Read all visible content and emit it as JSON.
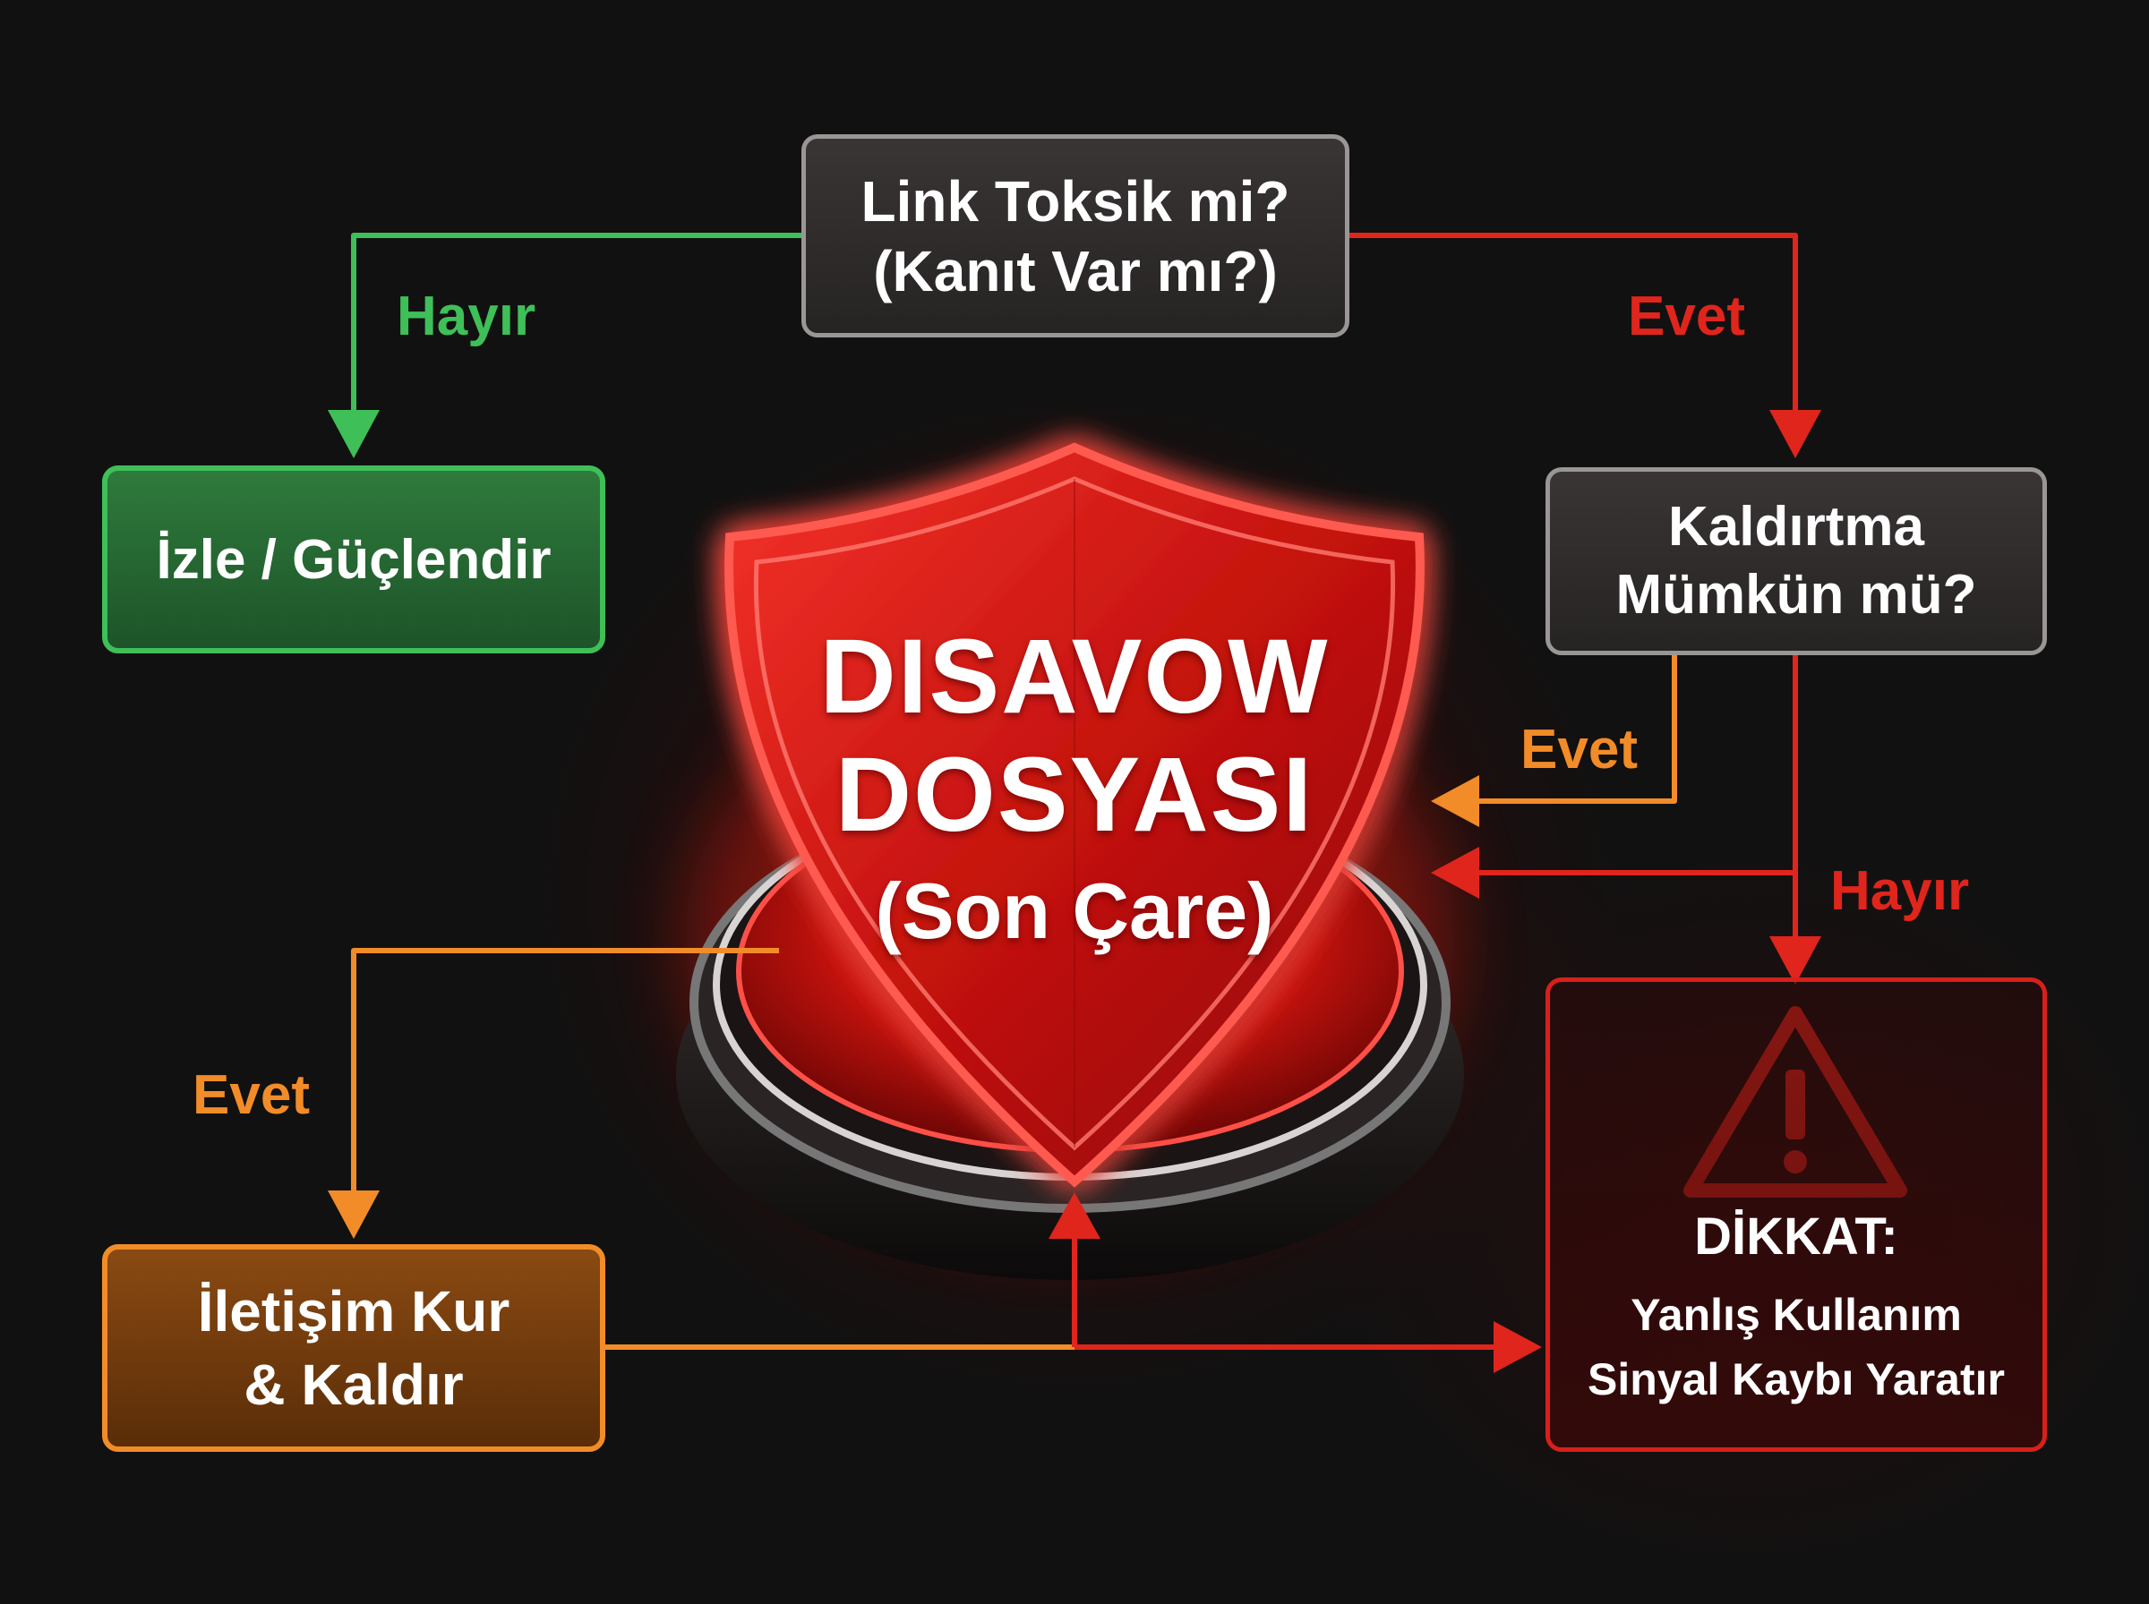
{
  "colors": {
    "background": "#111111",
    "yes_green": "#3fbf58",
    "alarm_red": "#e0251c",
    "action_orange": "#f28c28",
    "question_border": "#9a9696"
  },
  "nodes": {
    "toxic_question": {
      "line1": "Link Toksik mi?",
      "line2": "(Kanıt Var mı?)"
    },
    "removal_question": {
      "line1": "Kaldırtma",
      "line2": "Mümkün mü?"
    },
    "monitor": {
      "label": "İzle / Güçlendir"
    },
    "contact": {
      "line1": "İletişim Kur",
      "line2": "& Kaldır"
    },
    "shield": {
      "line1": "DISAVOW",
      "line2": "DOSYASI",
      "line3": "(Son Çare)"
    },
    "warning": {
      "icon": "warning-triangle-icon",
      "title": "DİKKAT:",
      "line1": "Yanlış Kullanım",
      "line2": "Sinyal Kaybı Yaratır"
    }
  },
  "edges": {
    "toxic_no": "Hayır",
    "toxic_yes": "Evet",
    "removal_yes": "Evet",
    "removal_no": "Hayır",
    "contact_yes": "Evet"
  }
}
